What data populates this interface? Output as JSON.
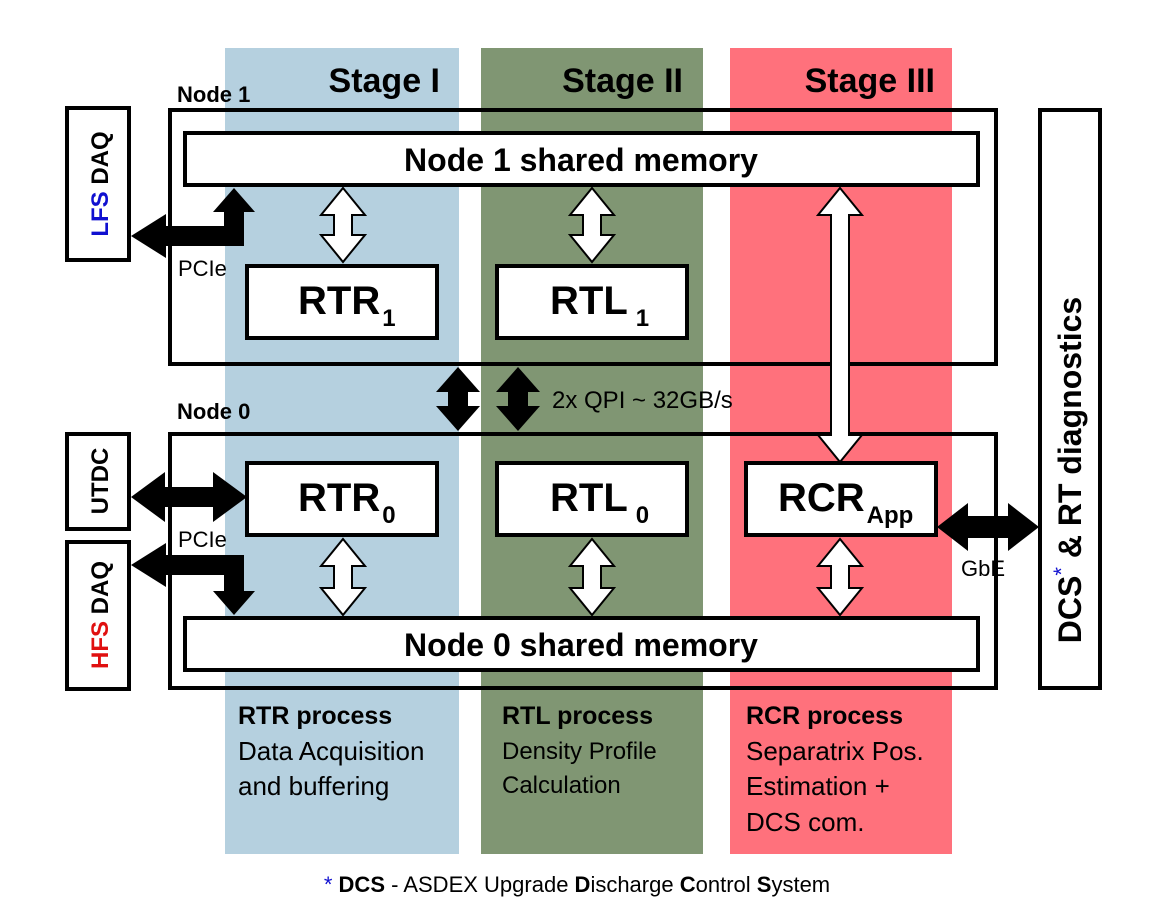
{
  "colors": {
    "stage1": "#b5d0df",
    "stage2": "#809673",
    "stage3": "#ff717c",
    "lfs": "#1010d0",
    "hfs": "#e01010",
    "footnote_star": "#1010d0"
  },
  "stages": [
    {
      "label": "Stage I"
    },
    {
      "label": "Stage II"
    },
    {
      "label": "Stage III"
    }
  ],
  "nodes": {
    "node1": {
      "label": "Node 1",
      "memory": "Node 1 shared memory"
    },
    "node0": {
      "label": "Node 0",
      "memory": "Node 0 shared memory"
    }
  },
  "blocks": {
    "rtr1": {
      "main": "RTR",
      "sub": "1"
    },
    "rtl1": {
      "main": "RTL",
      "sub": "1"
    },
    "rtr0": {
      "main": "RTR",
      "sub": "0"
    },
    "rtl0": {
      "main": "RTL",
      "sub": "0"
    },
    "rcr": {
      "main": "RCR",
      "sub": "App"
    }
  },
  "side_boxes": {
    "lfs": {
      "prefix": "LFS",
      "suffix": " DAQ"
    },
    "utdc": {
      "label": "UTDC"
    },
    "hfs": {
      "prefix": "HFS",
      "suffix": " DAQ"
    },
    "diagnostics": {
      "part1": "DCS",
      "star": "*",
      "part2": " & RT diagnostics"
    }
  },
  "links": {
    "pcie_top": "PCIe",
    "pcie_bottom": "PCIe",
    "qpi": "2x QPI ~ 32GB/s",
    "gbe": "GbE"
  },
  "processes": [
    {
      "title": "RTR process",
      "lines": [
        "Data Acquisition",
        "and buffering"
      ]
    },
    {
      "title": "RTL process",
      "lines": [
        "Density Profile",
        "Calculation"
      ]
    },
    {
      "title": "RCR process",
      "lines": [
        "Separatrix Pos.",
        "Estimation +",
        "DCS com."
      ]
    }
  ],
  "footnote": {
    "star": "*",
    "dcs": "DCS",
    "sep": " - ASDEX Upgrade ",
    "d": "D",
    "w1": "ischarge ",
    "c": "C",
    "w2": "ontrol ",
    "s": "S",
    "w3": "ystem"
  }
}
